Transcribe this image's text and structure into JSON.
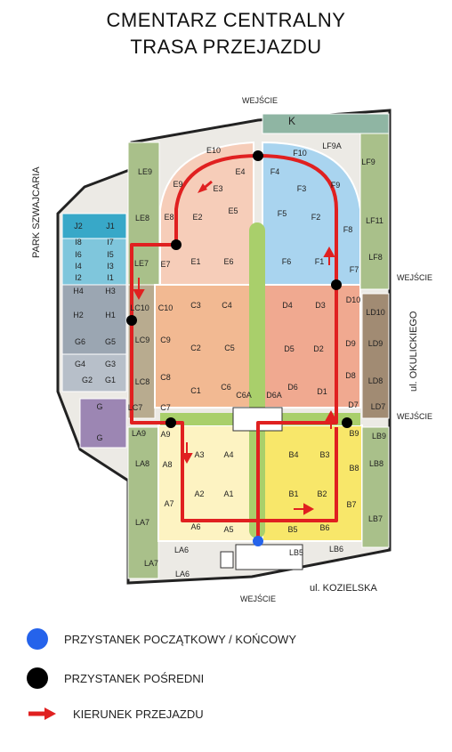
{
  "title_line1": "CMENTARZ CENTRALNY",
  "title_line2": "TRASA PRZEJAZDU",
  "streets": {
    "left": "PARK SZWAJCARIA",
    "right": "ul. OKULICKIEGO",
    "bottom": "ul. KOZIELSKA"
  },
  "entrance_label": "WEJŚCIE",
  "sections": {
    "J2": "J2",
    "J1": "J1",
    "I8": "I8",
    "I7": "I7",
    "I6": "I6",
    "I5": "I5",
    "I4": "I4",
    "I3": "I3",
    "I2": "I2",
    "I1": "I1",
    "H4": "H4",
    "H3": "H3",
    "H2": "H2",
    "H1": "H1",
    "G6": "G6",
    "G5": "G5",
    "G4": "G4",
    "G3": "G3",
    "G2": "G2",
    "G1": "G1",
    "G_a": "G",
    "G_b": "G",
    "LE9": "LE9",
    "LE8": "LE8",
    "LE7": "LE7",
    "LC10": "LC10",
    "LC9": "LC9",
    "LC8": "LC8",
    "LC7": "LC7",
    "LA9": "LA9",
    "LA8": "LA8",
    "LA7a": "LA7",
    "LA7b": "LA7",
    "LA6": "LA6",
    "LA6b": "LA6",
    "E10": "E10",
    "E9": "E9",
    "E8": "E8",
    "E7": "E7",
    "E6": "E6",
    "E5": "E5",
    "E4": "E4",
    "E3": "E3",
    "E2": "E2",
    "E1": "E1",
    "C10": "C10",
    "C9": "C9",
    "C8": "C8",
    "C7": "C7",
    "C6": "C6",
    "C5": "C5",
    "C4": "C4",
    "C3": "C3",
    "C2": "C2",
    "C1": "C1",
    "C6A": "C6A",
    "D6A": "D6A",
    "F10": "F10",
    "F9": "F9",
    "F8": "F8",
    "F7": "F7",
    "F6": "F6",
    "F5": "F5",
    "F4": "F4",
    "F3": "F3",
    "F2": "F2",
    "F1": "F1",
    "D10": "D10",
    "D9": "D9",
    "D8": "D8",
    "D7": "D7",
    "D6": "D6",
    "D5": "D5",
    "D4": "D4",
    "D3": "D3",
    "D2": "D2",
    "D1": "D1",
    "A9": "A9",
    "A8": "A8",
    "A7": "A7",
    "A6": "A6",
    "A5": "A5",
    "A4": "A4",
    "A3": "A3",
    "A2": "A2",
    "A1": "A1",
    "B9": "B9",
    "B8": "B8",
    "B7": "B7",
    "B6": "B6",
    "B5": "B5",
    "B4": "B4",
    "B3": "B3",
    "B2": "B2",
    "B1": "B1",
    "LF9A": "LF9A",
    "LF9": "LF9",
    "LF11": "LF11",
    "LF8": "LF8",
    "LD10": "LD10",
    "LD9": "LD9",
    "LD8": "LD8",
    "LD7": "LD7",
    "LB9": "LB9",
    "LB8": "LB8",
    "LB7": "LB7",
    "LB6": "LB6",
    "LB5": "LB5",
    "K": "K"
  },
  "legend": {
    "start_stop": "PRZYSTANEK POCZĄTKOWY / KOŃCOWY",
    "mid_stop": "PRZYSTANEK POŚREDNI",
    "direction": "KIERUNEK PRZEJAZDU"
  },
  "colors": {
    "route": "#e02020",
    "start_stop": "#2563eb",
    "mid_stop": "#000000",
    "teal": "#38a8c8",
    "blue_f": "#a9d4ef",
    "pink_e": "#f6cdb9",
    "salmon_c": "#f2b992",
    "salmon_d": "#f0a990",
    "yellow_a": "#fdf3c2",
    "yellow_b": "#f8e76a",
    "green": "#a9c08a",
    "gray": "#9ba6b2",
    "brown": "#a18b73",
    "purple": "#9c86b3"
  }
}
